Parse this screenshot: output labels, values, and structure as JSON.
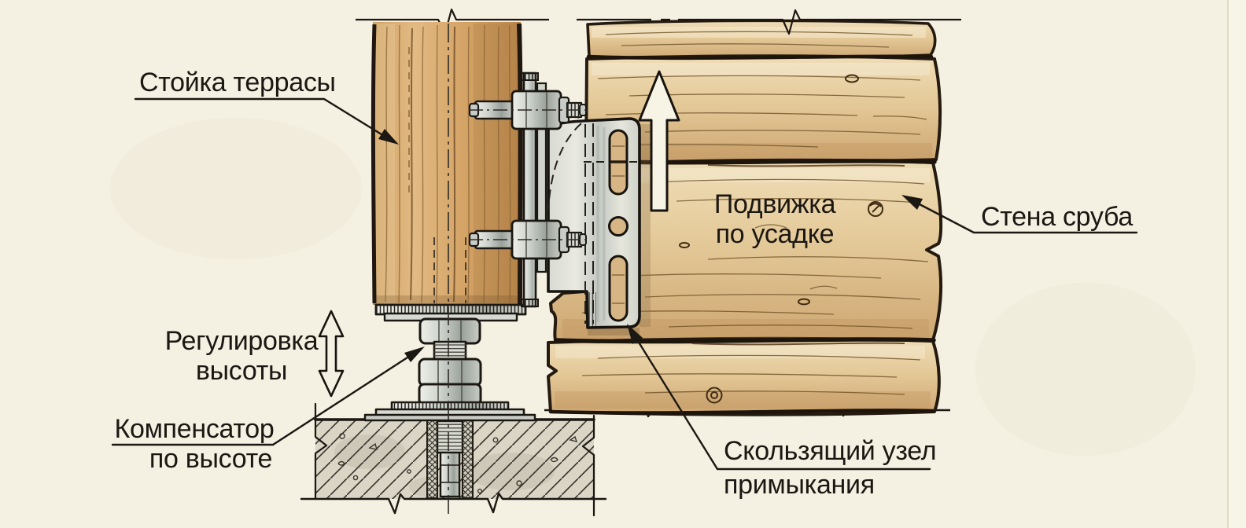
{
  "figure_type": "construction-detail-illustration",
  "labels": {
    "post": "Стойка террасы",
    "movement": [
      "Подвижка",
      "по усадке"
    ],
    "wall": "Стена сруба",
    "height_adjust": [
      "Регулировка",
      "высоты"
    ],
    "compensator": [
      "Компенсатор",
      "по высоте"
    ],
    "sliding": [
      "Скользящий узел",
      "примыкания"
    ]
  },
  "icons": {
    "movement_direction": "arrow-up-icon",
    "height_adjust": "arrow-up-down-icon"
  },
  "colors": {
    "paper": "#f4f0e2",
    "ink": "#1b1712",
    "wood_post": "#d8ab6e",
    "wood_log": "#e3c99c",
    "metal": "#ccd0ca",
    "concrete": "#dad5c5"
  }
}
